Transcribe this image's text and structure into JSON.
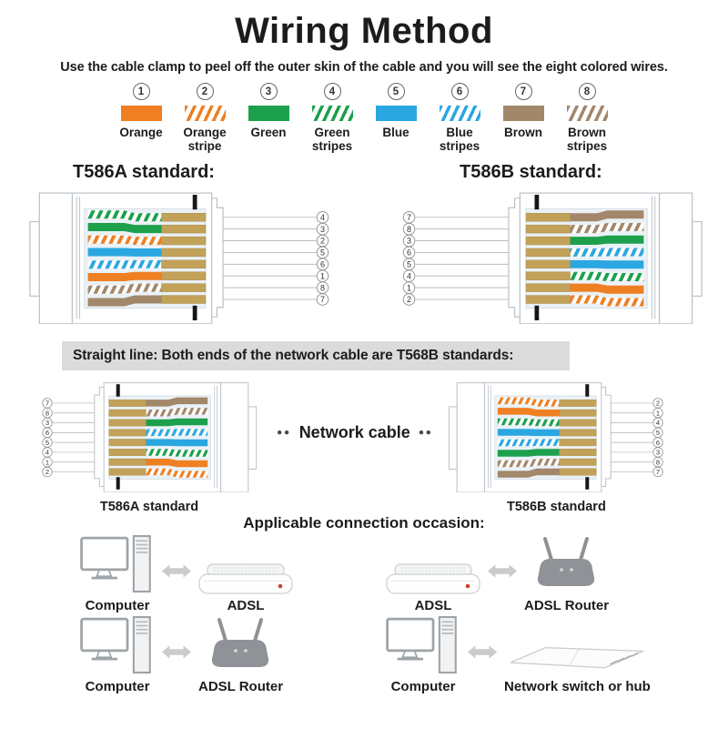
{
  "title": "Wiring Method",
  "subtitle": "Use the cable clamp to peel off the outer skin of the cable and you will see the eight colored wires.",
  "colors": {
    "orange": "#EE7F22",
    "green": "#1CA04C",
    "blue": "#2AA7E0",
    "brown": "#A2876A",
    "pin": "#C2A258",
    "pin_edge": "#A98C49",
    "panel": "#EAF1F7",
    "outline": "#BCC3C9",
    "leader": "#AEB4B9",
    "circle_stroke": "#8E9499",
    "banner_bg": "#DBDBDB"
  },
  "legend": {
    "items": [
      {
        "number": "1",
        "label": "Orange",
        "color": "orange",
        "striped": false
      },
      {
        "number": "2",
        "label": "Orange stripe",
        "color": "orange",
        "striped": true
      },
      {
        "number": "3",
        "label": "Green",
        "color": "green",
        "striped": false
      },
      {
        "number": "4",
        "label": "Green stripes",
        "color": "green",
        "striped": true
      },
      {
        "number": "5",
        "label": "Blue",
        "color": "blue",
        "striped": false
      },
      {
        "number": "6",
        "label": "Blue stripes",
        "color": "blue",
        "striped": true
      },
      {
        "number": "7",
        "label": "Brown",
        "color": "brown",
        "striped": false
      },
      {
        "number": "8",
        "label": "Brown stripes",
        "color": "brown",
        "striped": true
      }
    ]
  },
  "wire_map": {
    "1": {
      "color": "orange",
      "striped": false
    },
    "2": {
      "color": "orange",
      "striped": true
    },
    "3": {
      "color": "green",
      "striped": false
    },
    "4": {
      "color": "green",
      "striped": true
    },
    "5": {
      "color": "blue",
      "striped": false
    },
    "6": {
      "color": "blue",
      "striped": true
    },
    "7": {
      "color": "brown",
      "striped": false
    },
    "8": {
      "color": "brown",
      "striped": true
    }
  },
  "standards": {
    "left_heading": "T586A standard:",
    "right_heading": "T586B standard:"
  },
  "top_connectors": {
    "left": {
      "wire_order": [
        4,
        3,
        2,
        5,
        6,
        1,
        8,
        7
      ],
      "pins_side": "right"
    },
    "right": {
      "wire_order": [
        7,
        8,
        3,
        6,
        5,
        4,
        1,
        2
      ],
      "pins_side": "left"
    }
  },
  "straight_line_banner": "Straight line: Both ends of the network cable are T568B standards:",
  "middle": {
    "left": {
      "wire_order": [
        7,
        8,
        3,
        6,
        5,
        4,
        1,
        2
      ],
      "pins_side": "left",
      "label": "T586A standard"
    },
    "right": {
      "wire_order": [
        2,
        1,
        4,
        5,
        6,
        3,
        8,
        7
      ],
      "pins_side": "right",
      "label": "T586B standard"
    },
    "center_label": "Network cable",
    "dots": "●●"
  },
  "occasion": {
    "heading": "Applicable connection occasion:",
    "rows": [
      [
        {
          "left": {
            "type": "computer",
            "label": "Computer"
          },
          "right": {
            "type": "adsl_modem",
            "label": "ADSL"
          }
        },
        {
          "left": {
            "type": "adsl_modem",
            "label": "ADSL"
          },
          "right": {
            "type": "adsl_router",
            "label": "ADSL Router"
          }
        }
      ],
      [
        {
          "left": {
            "type": "computer",
            "label": "Computer"
          },
          "right": {
            "type": "adsl_router",
            "label": "ADSL Router"
          }
        },
        {
          "left": {
            "type": "computer",
            "label": "Computer"
          },
          "right": {
            "type": "network_switch",
            "label": "Network switch or hub"
          }
        }
      ]
    ]
  }
}
